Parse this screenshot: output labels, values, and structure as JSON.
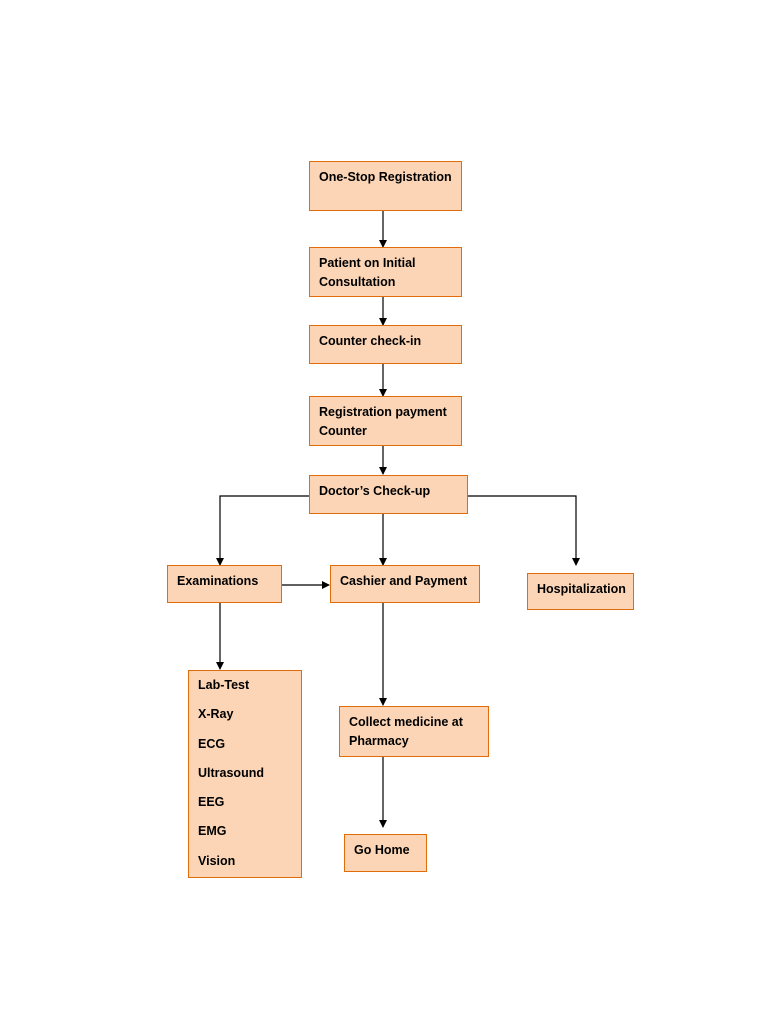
{
  "flowchart": {
    "nodes": {
      "registration": "One-Stop Registration",
      "initial_consultation": "Patient on Initial Consultation",
      "counter_checkin": "Counter check-in",
      "registration_payment": "Registration payment Counter",
      "doctor_checkup": "Doctor’s Check-up",
      "examinations": "Examinations",
      "cashier_payment": "Cashier and Payment",
      "hospitalization": "Hospitalization",
      "collect_medicine": "Collect medicine at Pharmacy",
      "go_home": "Go Home"
    },
    "examination_list": [
      "Lab-Test",
      "X-Ray",
      "ECG",
      "Ultrasound",
      "EEG",
      "EMG",
      "Vision"
    ],
    "edges": [
      [
        "registration",
        "initial_consultation"
      ],
      [
        "initial_consultation",
        "counter_checkin"
      ],
      [
        "counter_checkin",
        "registration_payment"
      ],
      [
        "registration_payment",
        "doctor_checkup"
      ],
      [
        "doctor_checkup",
        "examinations"
      ],
      [
        "doctor_checkup",
        "cashier_payment"
      ],
      [
        "doctor_checkup",
        "hospitalization"
      ],
      [
        "examinations",
        "cashier_payment"
      ],
      [
        "examinations",
        "examination_list"
      ],
      [
        "cashier_payment",
        "collect_medicine"
      ],
      [
        "collect_medicine",
        "go_home"
      ]
    ]
  },
  "colors": {
    "box_fill": "#fbd5b5",
    "box_border": "#e26b0a",
    "connector": "#000000"
  }
}
